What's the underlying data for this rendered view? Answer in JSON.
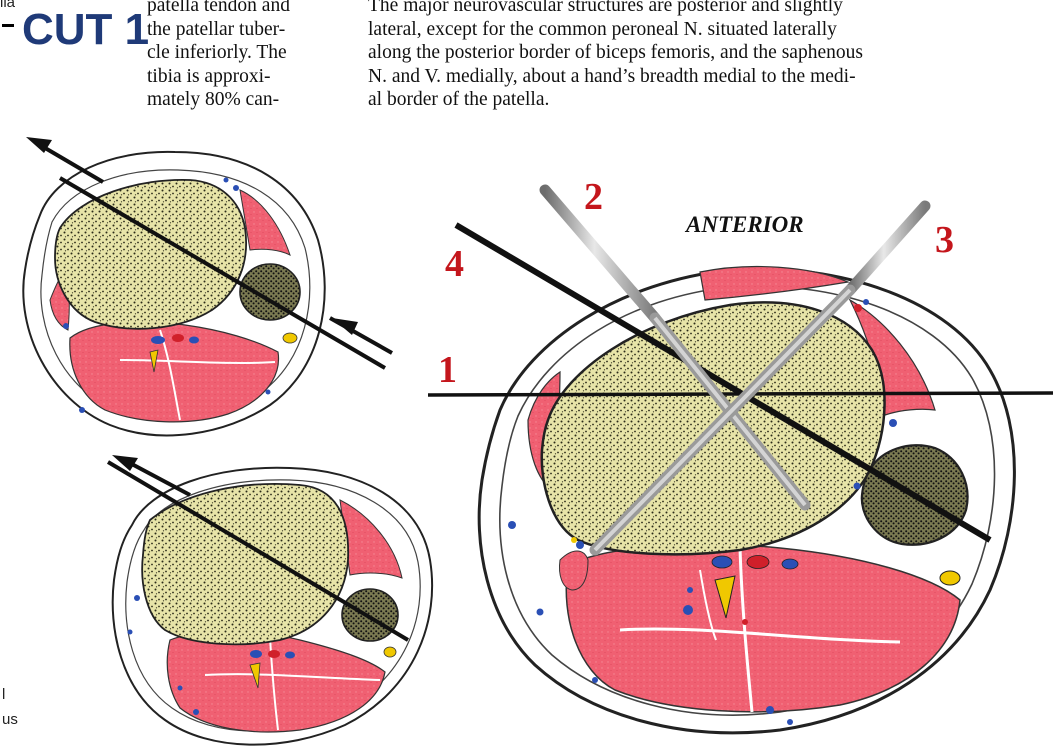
{
  "section_label": "CUT 1",
  "edge_text": {
    "top": "lla",
    "bottom_line1": "l",
    "bottom_line2": "us"
  },
  "column_left_lines": [
    "patella tendon and",
    "the patellar tuber-",
    "cle inferiorly. The",
    "tibia is approxi-",
    "mately 80% can-"
  ],
  "column_right_lines": [
    "The major neurovascular structures are posterior and slightly",
    "lateral, except for the common peroneal N. situated laterally",
    "along the posterior border of biceps femoris, and the saphenous",
    "N. and V. medially, about a hand’s breadth medial to the medi-",
    "al border of the patella."
  ],
  "diagram": {
    "orientation_label": "ANTERIOR",
    "line_labels": [
      "1",
      "2",
      "3",
      "4"
    ],
    "colors": {
      "bone": "#e7e4a8",
      "bone_stipple": "#2a2a18",
      "muscle": "#f06072",
      "vein": "#2a4fb5",
      "artery": "#d0202a",
      "nerve": "#f0c800",
      "label_red": "#c4161c",
      "title_blue": "#1f3a78"
    }
  }
}
